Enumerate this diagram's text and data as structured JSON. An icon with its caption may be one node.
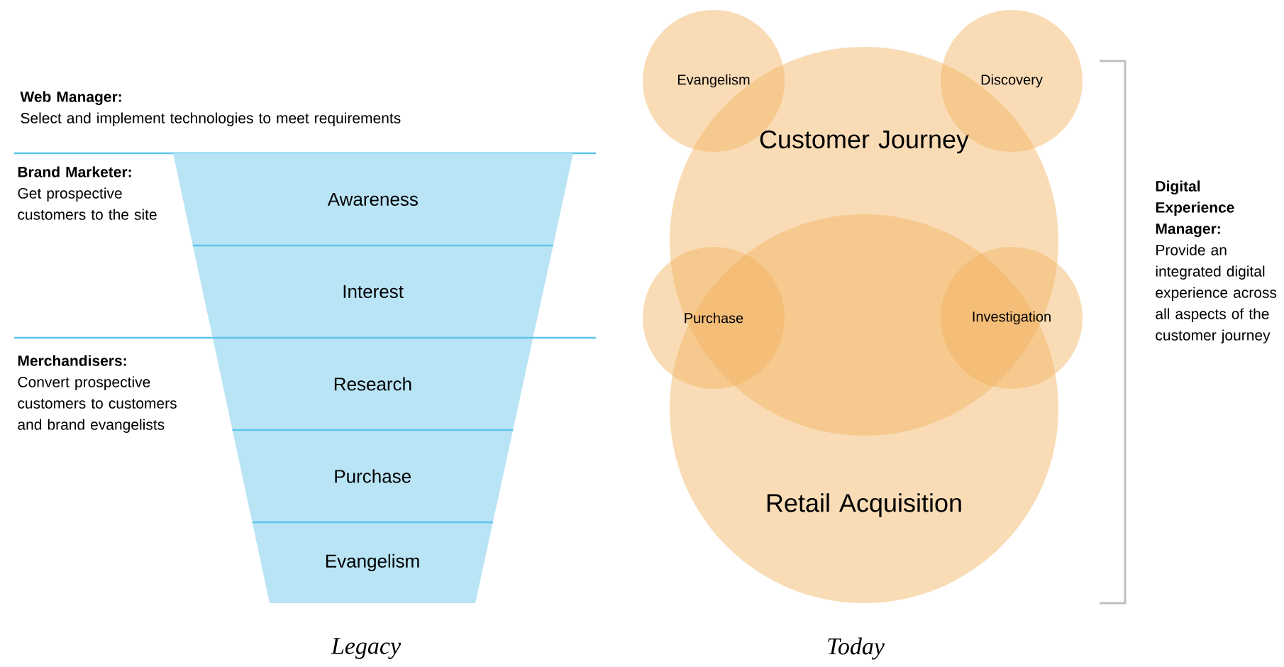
{
  "diagram": {
    "nodes": [
      {
        "text": [
          "Awareness"
        ]
      },
      {
        "text": [
          "Interest"
        ]
      },
      {
        "text": [
          "Research"
        ]
      },
      {
        "text": [
          "Purchase"
        ]
      },
      {
        "text": [
          "Evangelism"
        ]
      },
      {
        "text": [
          "Evangelism"
        ]
      },
      {
        "text": [
          "Discovery"
        ]
      },
      {
        "text": [
          "Customer Journey"
        ]
      },
      {
        "text": [
          "Purchase"
        ]
      },
      {
        "text": [
          "Investigation"
        ]
      },
      {
        "text": [
          "Retail Acquisition"
        ]
      }
    ],
    "labels": [
      "Web Manager:",
      "Select and implement technologies to meet requirements",
      "Brand Marketer:",
      "Get prospective customers to the site",
      "Merchandisers:",
      "Convert prospective customers to customers and brand evangelists",
      "Digital Experience Manager:",
      "Provide an integrated digital experience across all aspects of the customer journey",
      "Legacy",
      "Today"
    ]
  }
}
